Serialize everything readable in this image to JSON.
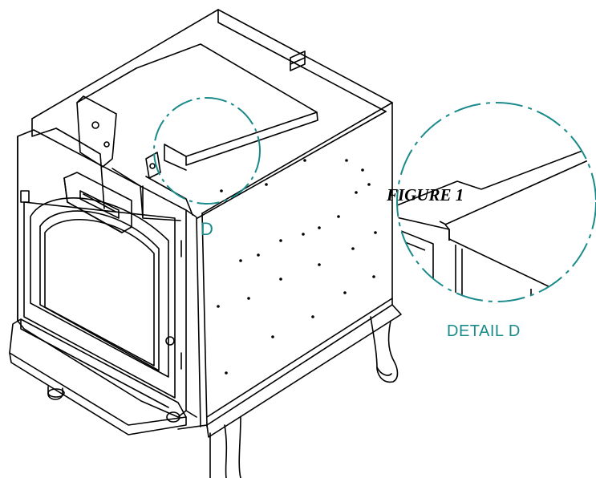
{
  "figure": {
    "title": "FIGURE 1"
  },
  "callout": {
    "letter": "D",
    "detail_label": "DETAIL D"
  },
  "colors": {
    "line": "#000000",
    "callout": "#1a8a8a",
    "background": "#ffffff"
  }
}
